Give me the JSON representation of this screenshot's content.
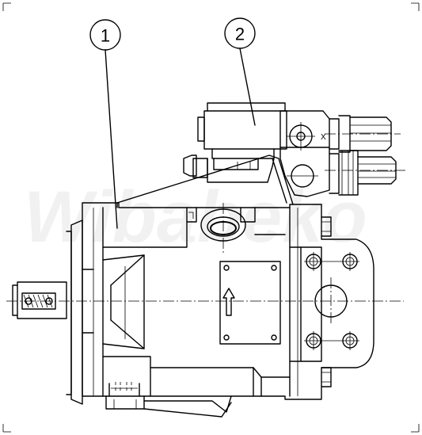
{
  "callouts": [
    {
      "number": "1"
    },
    {
      "number": "2"
    }
  ],
  "watermark": "Wibabeko",
  "port_label": "X"
}
